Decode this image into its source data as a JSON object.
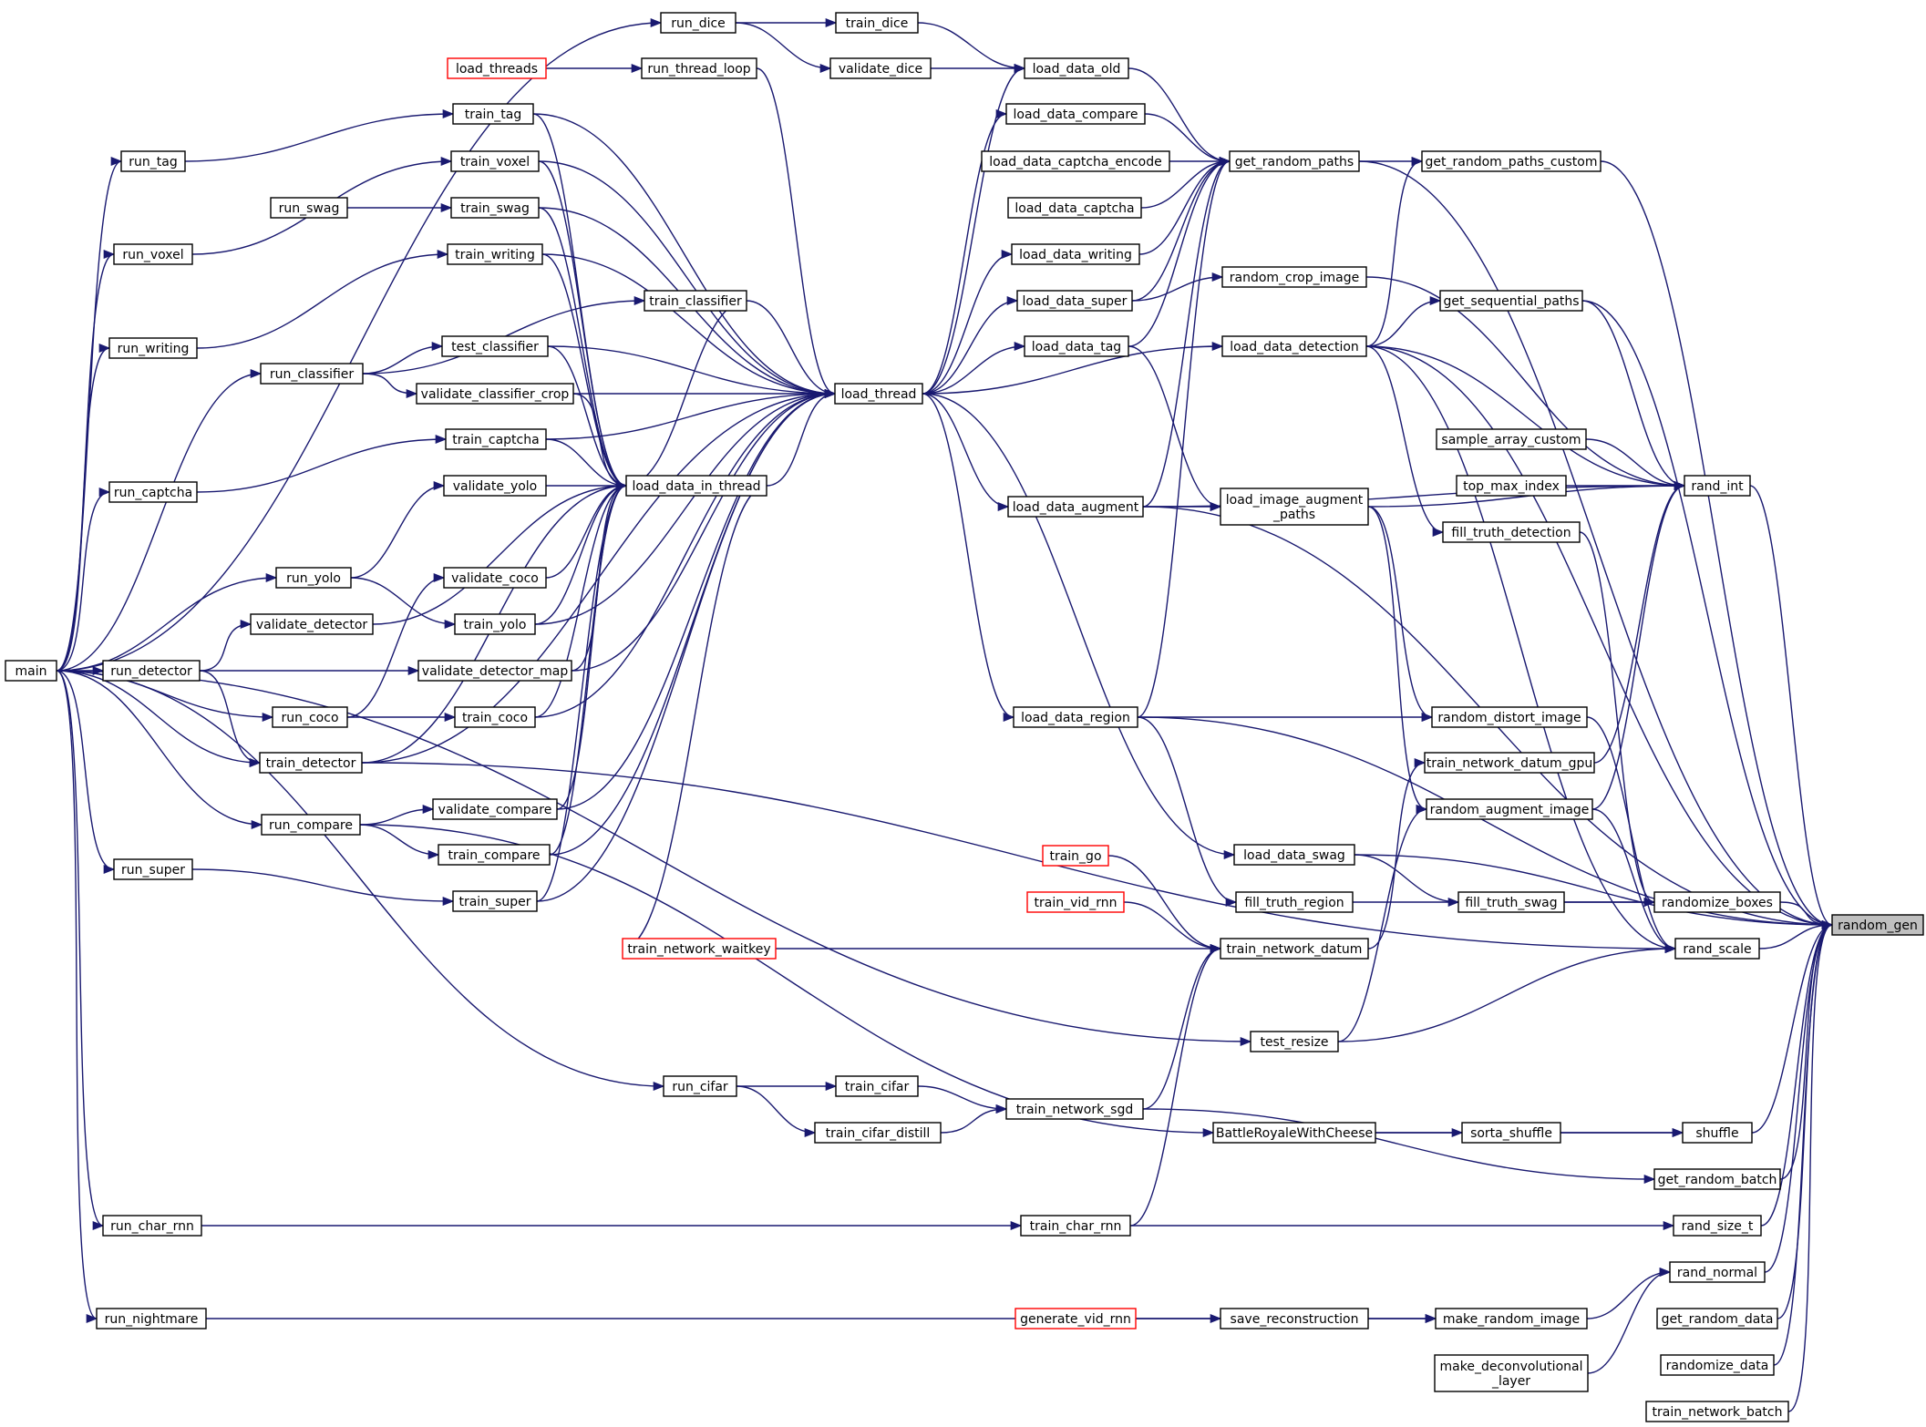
{
  "colors": {
    "edge": "#191970",
    "node_border": "#000000",
    "node_border_truncated": "#ff0000",
    "highlight_fill": "#bfbfbf",
    "node_fill": "#ffffff"
  },
  "nodes": [
    {
      "id": "main",
      "label": "main",
      "kind": "normal"
    },
    {
      "id": "run_dice",
      "label": "run_dice",
      "kind": "normal"
    },
    {
      "id": "train_dice",
      "label": "train_dice",
      "kind": "normal"
    },
    {
      "id": "validate_dice",
      "label": "validate_dice",
      "kind": "normal"
    },
    {
      "id": "load_threads",
      "label": "load_threads",
      "kind": "truncated"
    },
    {
      "id": "run_thread_loop",
      "label": "run_thread_loop",
      "kind": "normal"
    },
    {
      "id": "load_data_old",
      "label": "load_data_old",
      "kind": "normal"
    },
    {
      "id": "run_tag",
      "label": "run_tag",
      "kind": "normal"
    },
    {
      "id": "train_tag",
      "label": "train_tag",
      "kind": "normal"
    },
    {
      "id": "train_voxel",
      "label": "train_voxel",
      "kind": "normal"
    },
    {
      "id": "run_voxel",
      "label": "run_voxel",
      "kind": "normal"
    },
    {
      "id": "run_swag",
      "label": "run_swag",
      "kind": "normal"
    },
    {
      "id": "train_swag",
      "label": "train_swag",
      "kind": "normal"
    },
    {
      "id": "train_writing",
      "label": "train_writing",
      "kind": "normal"
    },
    {
      "id": "run_writing",
      "label": "run_writing",
      "kind": "normal"
    },
    {
      "id": "train_classifier",
      "label": "train_classifier",
      "kind": "normal"
    },
    {
      "id": "run_classifier",
      "label": "run_classifier",
      "kind": "normal"
    },
    {
      "id": "test_classifier",
      "label": "test_classifier",
      "kind": "normal"
    },
    {
      "id": "validate_classifier_crop",
      "label": "validate_classifier_crop",
      "kind": "normal"
    },
    {
      "id": "train_captcha",
      "label": "train_captcha",
      "kind": "normal"
    },
    {
      "id": "run_captcha",
      "label": "run_captcha",
      "kind": "normal"
    },
    {
      "id": "validate_yolo",
      "label": "validate_yolo",
      "kind": "normal"
    },
    {
      "id": "run_yolo",
      "label": "run_yolo",
      "kind": "normal"
    },
    {
      "id": "validate_coco",
      "label": "validate_coco",
      "kind": "normal"
    },
    {
      "id": "train_yolo",
      "label": "train_yolo",
      "kind": "normal"
    },
    {
      "id": "validate_detector",
      "label": "validate_detector",
      "kind": "normal"
    },
    {
      "id": "run_detector",
      "label": "run_detector",
      "kind": "normal"
    },
    {
      "id": "validate_detector_map",
      "label": "validate_detector_map",
      "kind": "normal"
    },
    {
      "id": "run_coco",
      "label": "run_coco",
      "kind": "normal"
    },
    {
      "id": "train_coco",
      "label": "train_coco",
      "kind": "normal"
    },
    {
      "id": "train_detector",
      "label": "train_detector",
      "kind": "normal"
    },
    {
      "id": "run_compare",
      "label": "run_compare",
      "kind": "normal"
    },
    {
      "id": "validate_compare",
      "label": "validate_compare",
      "kind": "normal"
    },
    {
      "id": "train_compare",
      "label": "train_compare",
      "kind": "normal"
    },
    {
      "id": "run_super",
      "label": "run_super",
      "kind": "normal"
    },
    {
      "id": "train_super",
      "label": "train_super",
      "kind": "normal"
    },
    {
      "id": "train_network_waitkey",
      "label": "train_network_waitkey",
      "kind": "truncated"
    },
    {
      "id": "run_cifar",
      "label": "run_cifar",
      "kind": "normal"
    },
    {
      "id": "train_cifar",
      "label": "train_cifar",
      "kind": "normal"
    },
    {
      "id": "train_cifar_distill",
      "label": "train_cifar_distill",
      "kind": "normal"
    },
    {
      "id": "run_char_rnn",
      "label": "run_char_rnn",
      "kind": "normal"
    },
    {
      "id": "run_nightmare",
      "label": "run_nightmare",
      "kind": "normal"
    },
    {
      "id": "load_data_in_thread",
      "label": "load_data_in_thread",
      "kind": "normal"
    },
    {
      "id": "load_thread",
      "label": "load_thread",
      "kind": "normal"
    },
    {
      "id": "load_data_compare",
      "label": "load_data_compare",
      "kind": "normal"
    },
    {
      "id": "load_data_captcha_encode",
      "label": "load_data_captcha_encode",
      "kind": "normal"
    },
    {
      "id": "load_data_captcha",
      "label": "load_data_captcha",
      "kind": "normal"
    },
    {
      "id": "load_data_writing",
      "label": "load_data_writing",
      "kind": "normal"
    },
    {
      "id": "load_data_super",
      "label": "load_data_super",
      "kind": "normal"
    },
    {
      "id": "load_data_tag",
      "label": "load_data_tag",
      "kind": "normal"
    },
    {
      "id": "load_data_augment",
      "label": "load_data_augment",
      "kind": "normal"
    },
    {
      "id": "load_data_region",
      "label": "load_data_region",
      "kind": "normal"
    },
    {
      "id": "train_go",
      "label": "train_go",
      "kind": "truncated"
    },
    {
      "id": "train_vid_rnn",
      "label": "train_vid_rnn",
      "kind": "truncated"
    },
    {
      "id": "train_network_sgd",
      "label": "train_network_sgd",
      "kind": "normal"
    },
    {
      "id": "train_char_rnn",
      "label": "train_char_rnn",
      "kind": "normal"
    },
    {
      "id": "generate_vid_rnn",
      "label": "generate_vid_rnn",
      "kind": "truncated"
    },
    {
      "id": "get_random_paths",
      "label": "get_random_paths",
      "kind": "normal"
    },
    {
      "id": "random_crop_image",
      "label": "random_crop_image",
      "kind": "normal"
    },
    {
      "id": "load_data_detection",
      "label": "load_data_detection",
      "kind": "normal"
    },
    {
      "id": "load_image_augment_paths",
      "label": "load_image_augment\n_paths",
      "kind": "normal"
    },
    {
      "id": "random_distort_image",
      "label": "random_distort_image",
      "kind": "normal"
    },
    {
      "id": "train_network_datum_gpu",
      "label": "train_network_datum_gpu",
      "kind": "normal"
    },
    {
      "id": "random_augment_image",
      "label": "random_augment_image",
      "kind": "normal"
    },
    {
      "id": "load_data_swag",
      "label": "load_data_swag",
      "kind": "normal"
    },
    {
      "id": "fill_truth_region",
      "label": "fill_truth_region",
      "kind": "normal"
    },
    {
      "id": "train_network_datum",
      "label": "train_network_datum",
      "kind": "normal"
    },
    {
      "id": "test_resize",
      "label": "test_resize",
      "kind": "normal"
    },
    {
      "id": "BattleRoyaleWithCheese",
      "label": "BattleRoyaleWithCheese",
      "kind": "normal"
    },
    {
      "id": "save_reconstruction",
      "label": "save_reconstruction",
      "kind": "normal"
    },
    {
      "id": "get_random_paths_custom",
      "label": "get_random_paths_custom",
      "kind": "normal"
    },
    {
      "id": "get_sequential_paths",
      "label": "get_sequential_paths",
      "kind": "normal"
    },
    {
      "id": "sample_array_custom",
      "label": "sample_array_custom",
      "kind": "normal"
    },
    {
      "id": "top_max_index",
      "label": "top_max_index",
      "kind": "normal"
    },
    {
      "id": "fill_truth_detection",
      "label": "fill_truth_detection",
      "kind": "normal"
    },
    {
      "id": "fill_truth_swag",
      "label": "fill_truth_swag",
      "kind": "normal"
    },
    {
      "id": "sorta_shuffle",
      "label": "sorta_shuffle",
      "kind": "normal"
    },
    {
      "id": "make_random_image",
      "label": "make_random_image",
      "kind": "normal"
    },
    {
      "id": "make_deconvolutional_layer",
      "label": "make_deconvolutional\n_layer",
      "kind": "normal"
    },
    {
      "id": "rand_int",
      "label": "rand_int",
      "kind": "normal"
    },
    {
      "id": "randomize_boxes",
      "label": "randomize_boxes",
      "kind": "normal"
    },
    {
      "id": "rand_scale",
      "label": "rand_scale",
      "kind": "normal"
    },
    {
      "id": "shuffle",
      "label": "shuffle",
      "kind": "normal"
    },
    {
      "id": "get_random_batch",
      "label": "get_random_batch",
      "kind": "normal"
    },
    {
      "id": "rand_size_t",
      "label": "rand_size_t",
      "kind": "normal"
    },
    {
      "id": "rand_normal",
      "label": "rand_normal",
      "kind": "normal"
    },
    {
      "id": "get_random_data",
      "label": "get_random_data",
      "kind": "normal"
    },
    {
      "id": "randomize_data",
      "label": "randomize_data",
      "kind": "normal"
    },
    {
      "id": "train_network_batch",
      "label": "train_network_batch",
      "kind": "normal"
    },
    {
      "id": "random_gen",
      "label": "random_gen",
      "kind": "focus"
    }
  ],
  "edges": [
    [
      "main",
      "run_dice"
    ],
    [
      "run_dice",
      "train_dice"
    ],
    [
      "run_dice",
      "validate_dice"
    ],
    [
      "train_dice",
      "load_data_old"
    ],
    [
      "validate_dice",
      "load_data_old"
    ],
    [
      "load_threads",
      "run_thread_loop"
    ],
    [
      "run_thread_loop",
      "load_thread"
    ],
    [
      "main",
      "run_tag"
    ],
    [
      "run_tag",
      "train_tag"
    ],
    [
      "main",
      "run_voxel"
    ],
    [
      "run_voxel",
      "train_voxel"
    ],
    [
      "run_swag",
      "train_swag"
    ],
    [
      "main",
      "run_writing"
    ],
    [
      "run_writing",
      "train_writing"
    ],
    [
      "main",
      "run_classifier"
    ],
    [
      "run_classifier",
      "train_classifier"
    ],
    [
      "run_classifier",
      "test_classifier"
    ],
    [
      "run_classifier",
      "validate_classifier_crop"
    ],
    [
      "main",
      "run_captcha"
    ],
    [
      "run_captcha",
      "train_captcha"
    ],
    [
      "main",
      "run_yolo"
    ],
    [
      "run_yolo",
      "validate_yolo"
    ],
    [
      "run_yolo",
      "train_yolo"
    ],
    [
      "main",
      "run_detector"
    ],
    [
      "run_detector",
      "validate_detector"
    ],
    [
      "run_detector",
      "validate_detector_map"
    ],
    [
      "run_detector",
      "train_detector"
    ],
    [
      "main",
      "run_coco"
    ],
    [
      "run_coco",
      "validate_coco"
    ],
    [
      "run_coco",
      "train_coco"
    ],
    [
      "main",
      "train_detector"
    ],
    [
      "main",
      "run_compare"
    ],
    [
      "run_compare",
      "validate_compare"
    ],
    [
      "run_compare",
      "train_compare"
    ],
    [
      "main",
      "run_super"
    ],
    [
      "run_super",
      "train_super"
    ],
    [
      "main",
      "run_cifar"
    ],
    [
      "run_cifar",
      "train_cifar"
    ],
    [
      "run_cifar",
      "train_cifar_distill"
    ],
    [
      "main",
      "run_char_rnn"
    ],
    [
      "main",
      "run_nightmare"
    ],
    [
      "train_tag",
      "load_data_in_thread"
    ],
    [
      "train_voxel",
      "load_data_in_thread"
    ],
    [
      "train_swag",
      "load_data_in_thread"
    ],
    [
      "train_writing",
      "load_data_in_thread"
    ],
    [
      "test_classifier",
      "load_data_in_thread"
    ],
    [
      "validate_classifier_crop",
      "load_data_in_thread"
    ],
    [
      "train_captcha",
      "load_data_in_thread"
    ],
    [
      "validate_yolo",
      "load_data_in_thread"
    ],
    [
      "validate_detector",
      "load_data_in_thread"
    ],
    [
      "validate_coco",
      "load_data_in_thread"
    ],
    [
      "train_yolo",
      "load_data_in_thread"
    ],
    [
      "validate_detector_map",
      "load_data_in_thread"
    ],
    [
      "train_coco",
      "load_data_in_thread"
    ],
    [
      "train_detector",
      "load_data_in_thread"
    ],
    [
      "validate_compare",
      "load_data_in_thread"
    ],
    [
      "train_compare",
      "load_data_in_thread"
    ],
    [
      "train_super",
      "load_data_in_thread"
    ],
    [
      "train_network_waitkey",
      "load_data_in_thread"
    ],
    [
      "train_classifier",
      "load_data_in_thread"
    ],
    [
      "load_data_in_thread",
      "load_thread"
    ],
    [
      "train_tag",
      "load_thread"
    ],
    [
      "train_voxel",
      "load_thread"
    ],
    [
      "train_swag",
      "load_thread"
    ],
    [
      "train_writing",
      "load_thread"
    ],
    [
      "train_classifier",
      "load_thread"
    ],
    [
      "test_classifier",
      "load_thread"
    ],
    [
      "validate_classifier_crop",
      "load_thread"
    ],
    [
      "train_captcha",
      "load_thread"
    ],
    [
      "train_yolo",
      "load_thread"
    ],
    [
      "validate_detector_map",
      "load_thread"
    ],
    [
      "train_coco",
      "load_thread"
    ],
    [
      "train_detector",
      "load_thread"
    ],
    [
      "validate_compare",
      "load_thread"
    ],
    [
      "train_compare",
      "load_thread"
    ],
    [
      "train_super",
      "load_thread"
    ],
    [
      "load_thread",
      "load_data_old"
    ],
    [
      "load_thread",
      "load_data_compare"
    ],
    [
      "load_thread",
      "load_data_writing"
    ],
    [
      "load_thread",
      "load_data_super"
    ],
    [
      "load_thread",
      "load_data_tag"
    ],
    [
      "load_thread",
      "load_data_detection"
    ],
    [
      "load_thread",
      "load_data_augment"
    ],
    [
      "load_thread",
      "load_data_region"
    ],
    [
      "load_thread",
      "load_data_swag"
    ],
    [
      "load_data_old",
      "get_random_paths"
    ],
    [
      "load_data_compare",
      "get_random_paths"
    ],
    [
      "load_data_captcha_encode",
      "get_random_paths"
    ],
    [
      "load_data_captcha",
      "get_random_paths"
    ],
    [
      "load_data_writing",
      "get_random_paths"
    ],
    [
      "load_data_super",
      "get_random_paths"
    ],
    [
      "load_data_tag",
      "get_random_paths"
    ],
    [
      "load_data_augment",
      "get_random_paths"
    ],
    [
      "load_data_region",
      "get_random_paths"
    ],
    [
      "get_random_paths",
      "get_random_paths_custom"
    ],
    [
      "load_data_super",
      "random_crop_image"
    ],
    [
      "load_data_tag",
      "load_image_augment_paths"
    ],
    [
      "load_data_augment",
      "load_image_augment_paths"
    ],
    [
      "load_data_detection",
      "get_random_paths_custom"
    ],
    [
      "load_data_detection",
      "get_sequential_paths"
    ],
    [
      "load_data_detection",
      "fill_truth_detection"
    ],
    [
      "load_data_region",
      "random_distort_image"
    ],
    [
      "load_image_augment_paths",
      "random_distort_image"
    ],
    [
      "load_image_augment_paths",
      "random_augment_image"
    ],
    [
      "load_data_swag",
      "fill_truth_swag"
    ],
    [
      "load_data_region",
      "fill_truth_region"
    ],
    [
      "train_go",
      "train_network_datum"
    ],
    [
      "train_vid_rnn",
      "train_network_datum"
    ],
    [
      "train_network_waitkey",
      "train_network_datum"
    ],
    [
      "train_network_sgd",
      "train_network_datum"
    ],
    [
      "train_char_rnn",
      "train_network_datum"
    ],
    [
      "train_network_datum",
      "train_network_datum_gpu"
    ],
    [
      "test_resize",
      "random_augment_image"
    ],
    [
      "train_cifar",
      "train_network_sgd"
    ],
    [
      "train_cifar_distill",
      "train_network_sgd"
    ],
    [
      "run_char_rnn",
      "train_char_rnn"
    ],
    [
      "BattleRoyaleWithCheese",
      "sorta_shuffle"
    ],
    [
      "generate_vid_rnn",
      "save_reconstruction"
    ],
    [
      "save_reconstruction",
      "make_random_image"
    ],
    [
      "run_nightmare",
      "make_random_image"
    ],
    [
      "sample_array_custom",
      "rand_int"
    ],
    [
      "top_max_index",
      "rand_int"
    ],
    [
      "fill_truth_swag",
      "randomize_boxes"
    ],
    [
      "sorta_shuffle",
      "shuffle"
    ],
    [
      "BattleRoyaleWithCheese",
      "shuffle"
    ],
    [
      "make_random_image",
      "rand_normal"
    ],
    [
      "make_deconvolutional_layer",
      "rand_normal"
    ],
    [
      "random_crop_image",
      "rand_int"
    ],
    [
      "load_data_detection",
      "rand_int"
    ],
    [
      "get_sequential_paths",
      "rand_int"
    ],
    [
      "load_data_augment",
      "rand_int"
    ],
    [
      "load_image_augment_paths",
      "rand_int"
    ],
    [
      "train_network_datum_gpu",
      "rand_int"
    ],
    [
      "random_augment_image",
      "rand_int"
    ],
    [
      "fill_truth_detection",
      "randomize_boxes"
    ],
    [
      "fill_truth_region",
      "randomize_boxes"
    ],
    [
      "random_distort_image",
      "rand_scale"
    ],
    [
      "random_augment_image",
      "rand_scale"
    ],
    [
      "load_data_detection",
      "rand_scale"
    ],
    [
      "train_detector",
      "rand_scale"
    ],
    [
      "test_resize",
      "rand_scale"
    ],
    [
      "train_network_sgd",
      "get_random_batch"
    ],
    [
      "train_char_rnn",
      "rand_size_t"
    ],
    [
      "run_compare",
      "BattleRoyaleWithCheese"
    ],
    [
      "main",
      "test_resize"
    ],
    [
      "get_random_paths_custom",
      "random_gen"
    ],
    [
      "get_sequential_paths",
      "random_gen"
    ],
    [
      "rand_int",
      "random_gen"
    ],
    [
      "randomize_boxes",
      "random_gen"
    ],
    [
      "rand_scale",
      "random_gen"
    ],
    [
      "shuffle",
      "random_gen"
    ],
    [
      "get_random_batch",
      "random_gen"
    ],
    [
      "rand_size_t",
      "random_gen"
    ],
    [
      "rand_normal",
      "random_gen"
    ],
    [
      "get_random_data",
      "random_gen"
    ],
    [
      "randomize_data",
      "random_gen"
    ],
    [
      "train_network_batch",
      "random_gen"
    ],
    [
      "load_data_swag",
      "random_gen"
    ],
    [
      "load_data_region",
      "random_gen"
    ],
    [
      "load_data_augment",
      "random_gen"
    ],
    [
      "load_data_detection",
      "random_gen"
    ],
    [
      "get_random_paths",
      "random_gen"
    ]
  ]
}
